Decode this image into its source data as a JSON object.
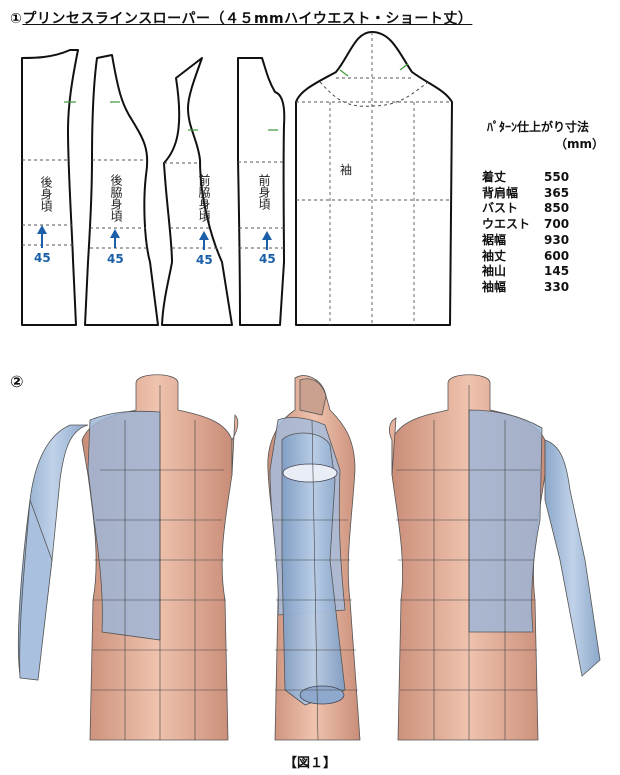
{
  "header": {
    "marker": "①",
    "title": "プリンセスラインスローパー（４５mmハイウエスト・ショート丈）"
  },
  "pattern": {
    "pieces": [
      "後身頃",
      "後脇身頃",
      "前脇身頃",
      "前身頃",
      "袖"
    ],
    "waist_offset": "45"
  },
  "size_table": {
    "title": "ﾊﾟﾀｰﾝ仕上がり寸法",
    "unit": "（mm）",
    "rows": [
      {
        "label": "着丈",
        "value": "550"
      },
      {
        "label": "背肩幅",
        "value": "365"
      },
      {
        "label": "バスト",
        "value": "850"
      },
      {
        "label": "ウエスト",
        "value": "700"
      },
      {
        "label": "裾幅",
        "value": "930"
      },
      {
        "label": "袖丈",
        "value": "600"
      },
      {
        "label": "袖山",
        "value": "145"
      },
      {
        "label": "袖幅",
        "value": "330"
      }
    ]
  },
  "section2": {
    "marker": "②"
  },
  "caption": "【図１】",
  "colors": {
    "arrow": "#1a5fa8",
    "dress_form": "#e6b29c",
    "garment": "#9fb9d8"
  }
}
